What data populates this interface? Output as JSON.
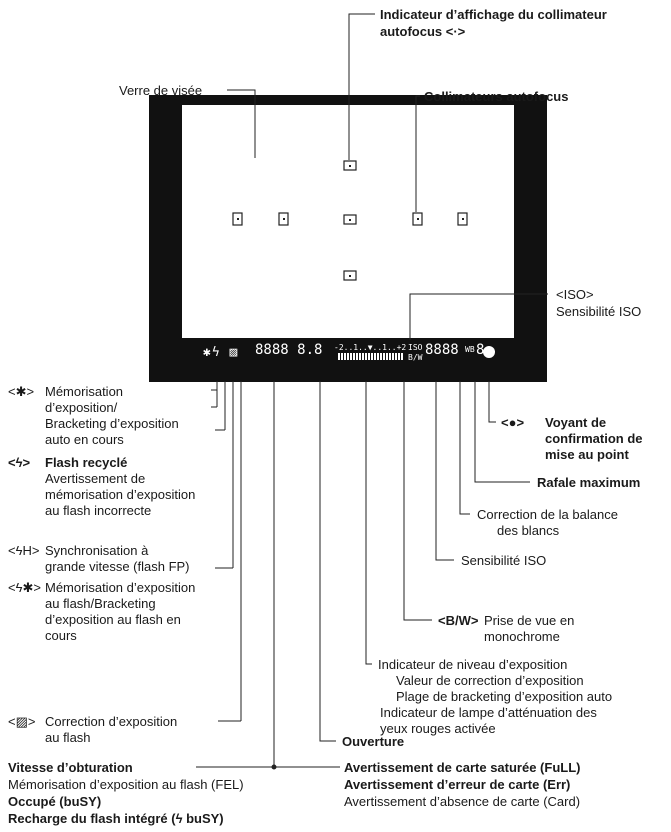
{
  "top": {
    "indicateur_l1": "Indicateur d’affichage du collimateur",
    "indicateur_l2": "autofocus <·>",
    "collimateurs": "Collimateurs autofocus",
    "verre": "Verre de visée"
  },
  "iso_label": {
    "symbol": "<ISO>",
    "text": "Sensibilité ISO"
  },
  "viewfinder_info": {
    "readout": "8888 8.8",
    "scale": "-2..1..▼..1..+2",
    "iso": "ISO",
    "bw": "B/W",
    "iso_value": "8888",
    "wb": "WB",
    "burst": "8"
  },
  "left": [
    {
      "sym": "<✱>",
      "l1": "Mémorisation",
      "l2": "d’exposition/",
      "l3": "Bracketing d’exposition",
      "l4": "auto en cours"
    },
    {
      "sym": "<ϟ>",
      "l1": "Flash recyclé",
      "l2": "Avertissement de",
      "l3": "mémorisation d’exposition",
      "l4": "au flash incorrecte"
    },
    {
      "sym": "<ϟH>",
      "l1": "Synchronisation à",
      "l2": "grande vitesse (flash FP)"
    },
    {
      "sym": "<ϟ✱>",
      "l1": "Mémorisation d’exposition",
      "l2": "au flash/Bracketing",
      "l3": "d’exposition au flash en",
      "l4": "cours"
    },
    {
      "sym": "<▨>",
      "l1": "Correction d’exposition",
      "l2": "au flash"
    }
  ],
  "right": {
    "voyant_sym": "<●>",
    "voyant_l1": "Voyant de",
    "voyant_l2": "confirmation de",
    "voyant_l3": "mise au point",
    "rafale": "Rafale maximum",
    "wb_l1": "Correction de la balance",
    "wb_l2": "des blancs",
    "iso": "Sensibilité ISO",
    "bw_sym": "<B/W>",
    "bw_l1": "Prise de vue en",
    "bw_l2": "monochrome"
  },
  "exposure": {
    "l1": "Indicateur de niveau d’exposition",
    "l2": "Valeur de correction d’exposition",
    "l3": "Plage de bracketing d’exposition auto",
    "l4": "Indicateur de lampe d’atténuation des",
    "l5": "yeux rouges activée"
  },
  "ouverture": "Ouverture",
  "bottom_left": {
    "l1": "Vitesse d’obturation",
    "l2": "Mémorisation d’exposition au flash (FEL)",
    "l3": "Occupé (buSY)",
    "l4": "Recharge du flash intégré (ϟ buSY)"
  },
  "bottom_right": {
    "l1": "Avertissement de carte saturée (FuLL)",
    "l2": "Avertissement d’erreur de carte (Err)",
    "l3": "Avertissement d’absence de carte (Card)"
  }
}
